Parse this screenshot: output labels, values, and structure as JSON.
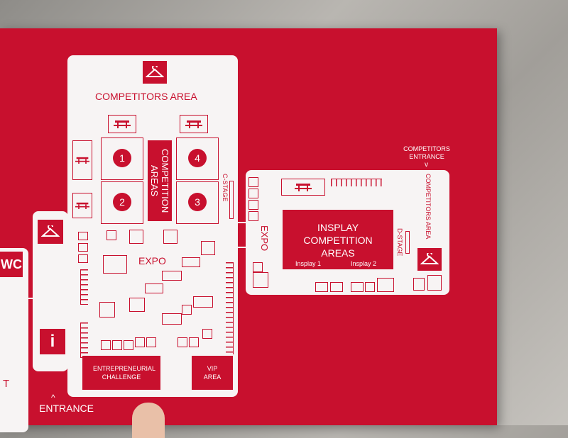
{
  "map": {
    "competitors_area": "COMPETITORS AREA",
    "competition_areas": "COMPETITION AREAS",
    "areas": [
      "1",
      "4",
      "2",
      "3"
    ],
    "c_stage": "C-STAGE",
    "expo_left": "EXPO",
    "expo_right": "EXPO",
    "competitors_entrance": "COMPETITORS ENTRANCE",
    "competitors_area_vertical": "COMPETITORS AREA",
    "insplay": "INSPLAY COMPETITION AREAS",
    "insplay_1": "Insplay 1",
    "insplay_2": "Insplay 2",
    "d_stage": "D-STAGE",
    "entrepreneurial": "ENTREPRENEURIAL CHALLENGE",
    "vip": "VIP AREA",
    "wc": "WC",
    "info": "i",
    "entrance": "ENTRANCE",
    "cut_text_t": "T"
  },
  "colors": {
    "brand": "#c8102e",
    "panel": "#f7f4f4"
  },
  "icons": [
    "hanger-icon",
    "picnic-table-icon",
    "info-icon",
    "chevron-up-icon",
    "chevron-down-icon"
  ]
}
